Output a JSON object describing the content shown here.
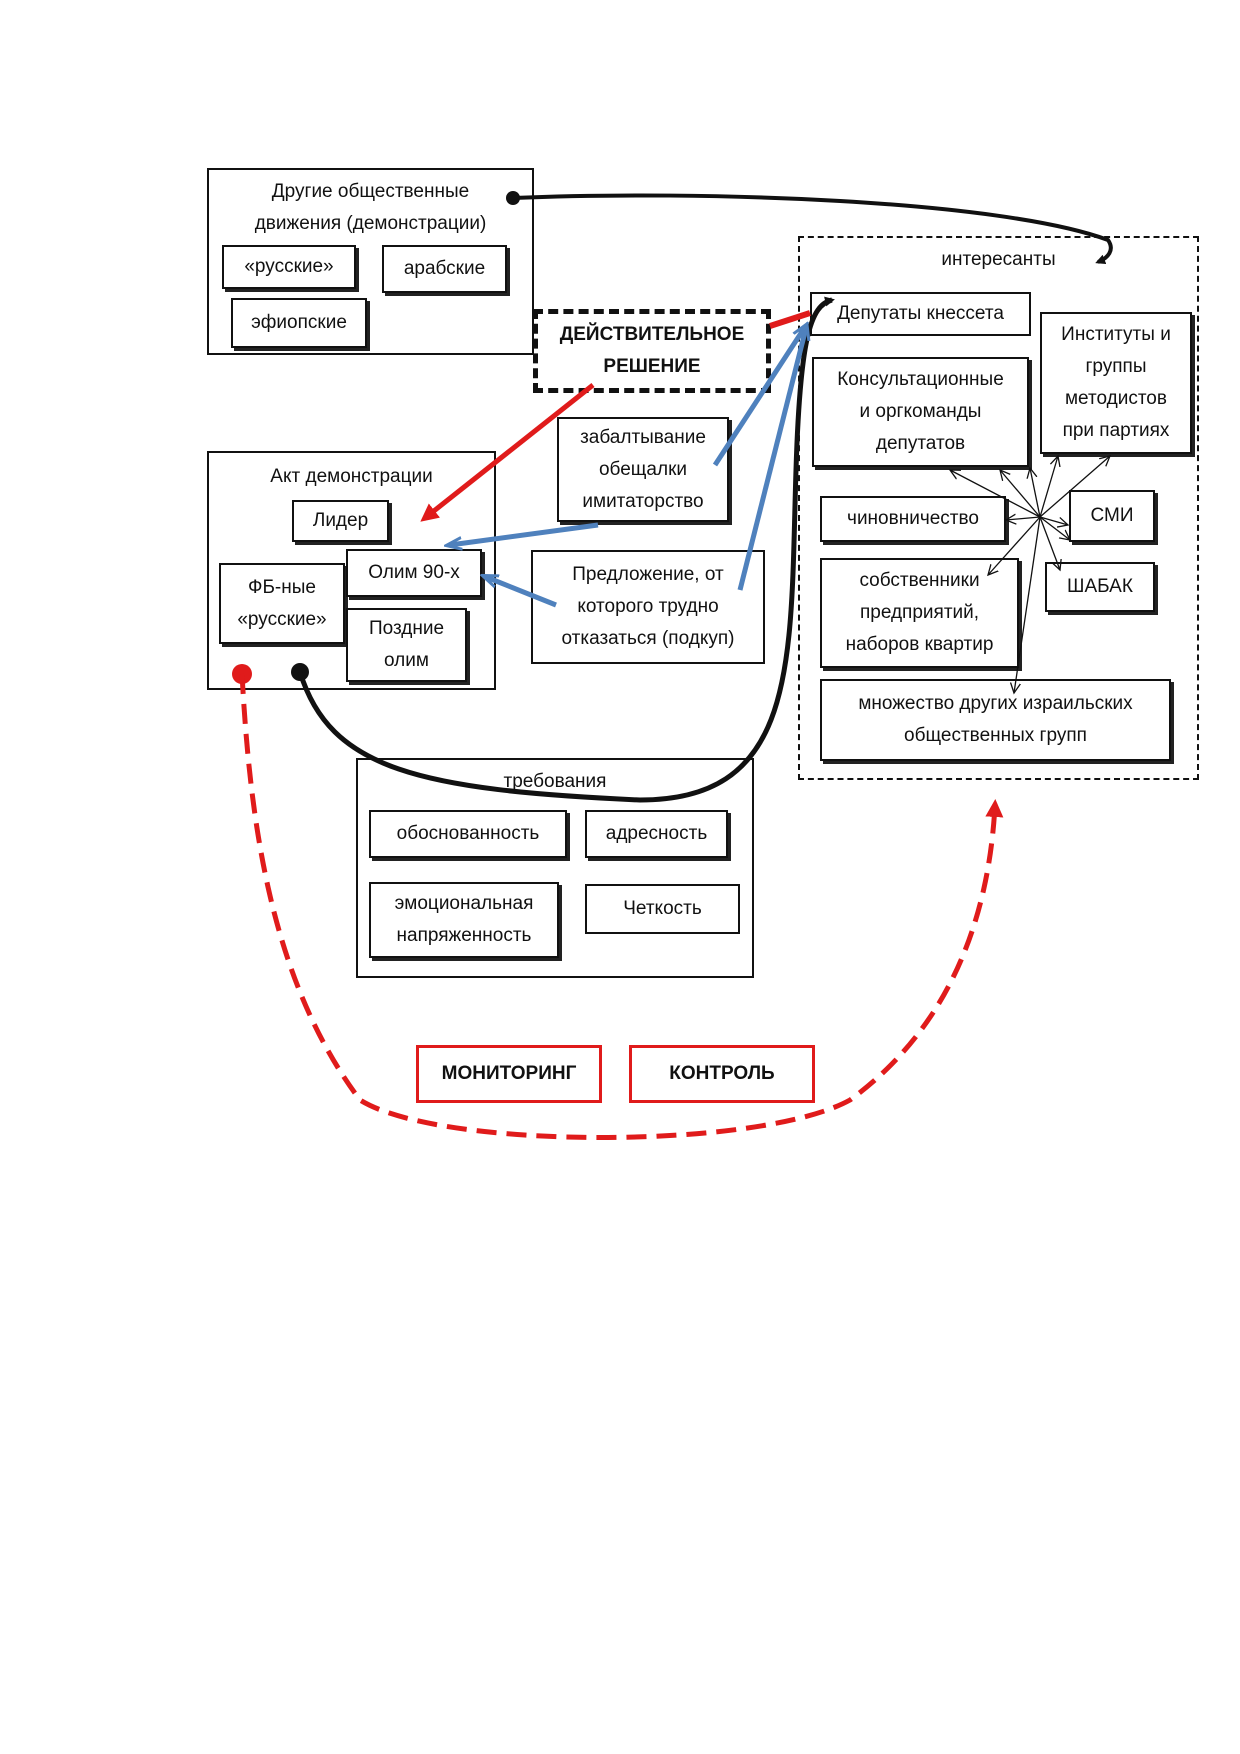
{
  "other_movements": {
    "title": "Другие общественные\nдвижения (демонстрации)",
    "russian": "«русские»",
    "arab": "арабские",
    "ethiopian": "эфиопские"
  },
  "real_decision": "ДЕЙСТВИТЕЛЬНОЕ\nРЕШЕНИЕ",
  "stakeholders": {
    "title": "интересанты",
    "knesset": "Депутаты кнессета",
    "consult": "Консультационные\nи оргкоманды\nдепутатов",
    "institutes": "Институты и\nгруппы\nметодистов\nпри партиях",
    "officials": "чиновничество",
    "media": "СМИ",
    "owners": "собственники\nпредприятий,\nнаборов квартир",
    "shabak": "ШАБАК",
    "others": "множество других израильских\nобщественных групп"
  },
  "demo_act": {
    "title": "Акт демонстрации",
    "leader": "Лидер",
    "fb_russian": "ФБ-ные\n«русские»",
    "olim90": "Олим 90-х",
    "late_olim": "Поздние\nолим"
  },
  "stalling": "забалтывание\nобещалки\nимитаторство",
  "offer": "Предложение, от\nкоторого трудно\nотказаться (подкуп)",
  "requirements": {
    "title": "требования",
    "justified": "обоснованность",
    "targeted": "адресность",
    "emotional": "эмоциональная\nнапряженность",
    "clarity": "Четкость"
  },
  "monitoring": "МОНИТОРИНГ",
  "control": "КОНТРОЛЬ",
  "colors": {
    "red": "#e01b1b",
    "blue": "#4f81bd",
    "black": "#111111"
  }
}
